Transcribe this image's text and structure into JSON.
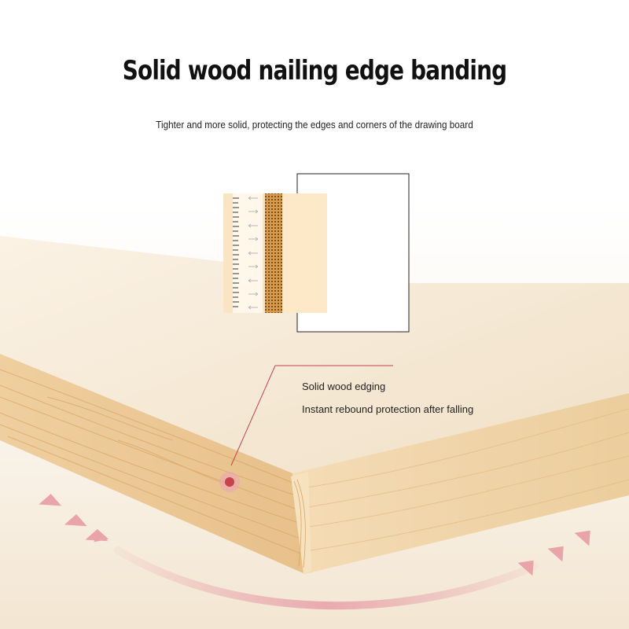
{
  "title": "Solid wood nailing edge banding",
  "subtitle": "Tighter and more solid, protecting the edges and corners of the drawing board",
  "callout": {
    "title": "Solid wood edging",
    "description": "Instant rebound protection after falling"
  },
  "colors": {
    "wood_light": "#f5deb6",
    "wood_dark": "#e2b47c",
    "accent": "#c8424e",
    "arrow": "#e8a3ab",
    "glue_strip": "#d99a4a"
  },
  "icons": [
    "nail-row-icon",
    "arrow-indicator-icon",
    "callout-dot-icon",
    "curved-arrow-icon"
  ]
}
